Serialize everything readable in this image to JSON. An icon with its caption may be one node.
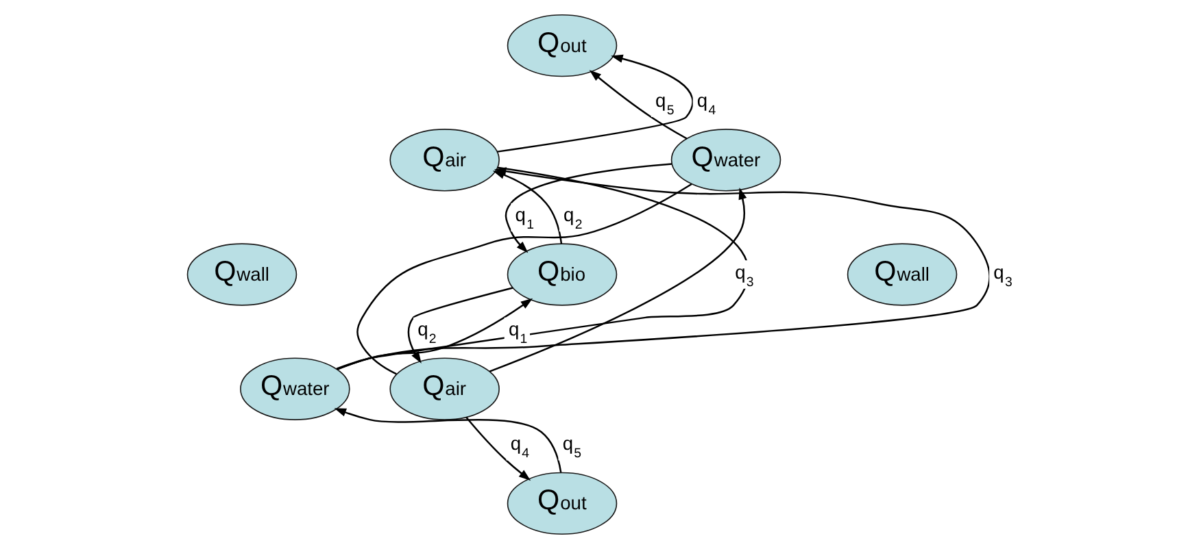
{
  "diagram": {
    "nodes": [
      {
        "text": [
          "Qout"
        ]
      },
      {
        "text": [
          "Qwater"
        ]
      },
      {
        "text": [
          "Qair"
        ]
      },
      {
        "text": [
          "Qwall"
        ]
      },
      {
        "text": [
          "Qbio"
        ]
      },
      {
        "text": [
          "Qwall"
        ]
      },
      {
        "text": [
          "Qair"
        ]
      },
      {
        "text": [
          "Qwater"
        ]
      },
      {
        "text": [
          "Qout"
        ]
      }
    ],
    "edges": [
      {
        "from": 1,
        "to": 0,
        "arrow": "to",
        "label": "q$_{5}$"
      },
      {
        "from": 2,
        "to": 0,
        "arrow": "to",
        "label": "q$_{4}$"
      },
      {
        "from": 1,
        "to": 4,
        "arrow": "to",
        "label": "q$_{1}$"
      },
      {
        "from": 4,
        "to": 2,
        "arrow": "to",
        "label": "q$_{2}$"
      },
      {
        "from": 1,
        "to": 6,
        "arrow": "none"
      },
      {
        "from": 6,
        "to": 1,
        "arrow": "to",
        "label": "q$_{3}$"
      },
      {
        "from": 4,
        "to": 6,
        "arrow": "to",
        "label": "q$_{2}$"
      },
      {
        "from": 7,
        "to": 4,
        "arrow": "to",
        "label": "q$_{1}$"
      },
      {
        "from": 7,
        "to": 2,
        "arrow": "to",
        "label": "q$_{3}$"
      },
      {
        "from": 2,
        "to": 7,
        "arrow": "none"
      },
      {
        "from": 6,
        "to": 8,
        "arrow": "to",
        "label": "q$_{4}$"
      },
      {
        "from": 8,
        "to": 7,
        "arrow": "to",
        "label": "q$_{5}$"
      }
    ]
  }
}
